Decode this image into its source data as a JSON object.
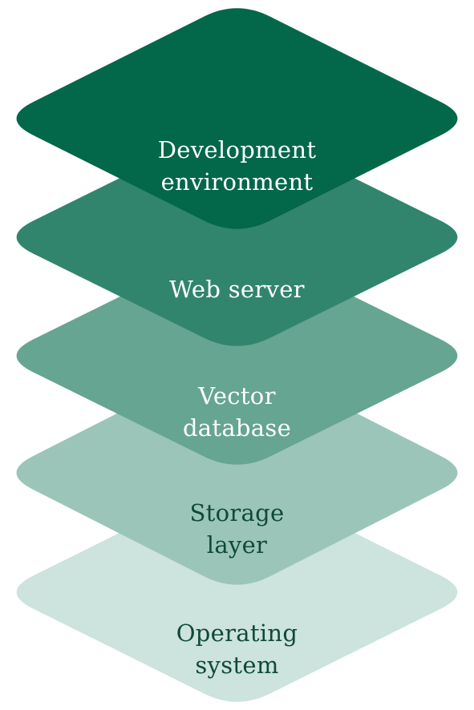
{
  "diagram": {
    "layers": [
      {
        "id": "os",
        "lines": [
          "Operating",
          "system"
        ],
        "fill": "#cde3dd",
        "text_color": "#0f4a36"
      },
      {
        "id": "storage",
        "lines": [
          "Storage",
          "layer"
        ],
        "fill": "#9bc5b8",
        "text_color": "#0f4a36"
      },
      {
        "id": "vector",
        "lines": [
          "Vector",
          "database"
        ],
        "fill": "#65a591",
        "text_color": "#ffffff"
      },
      {
        "id": "web",
        "lines": [
          "Web server"
        ],
        "fill": "#31856c",
        "text_color": "#ffffff"
      },
      {
        "id": "dev",
        "lines": [
          "Development",
          "environment"
        ],
        "fill": "#03674a",
        "text_color": "#ffffff"
      }
    ]
  }
}
